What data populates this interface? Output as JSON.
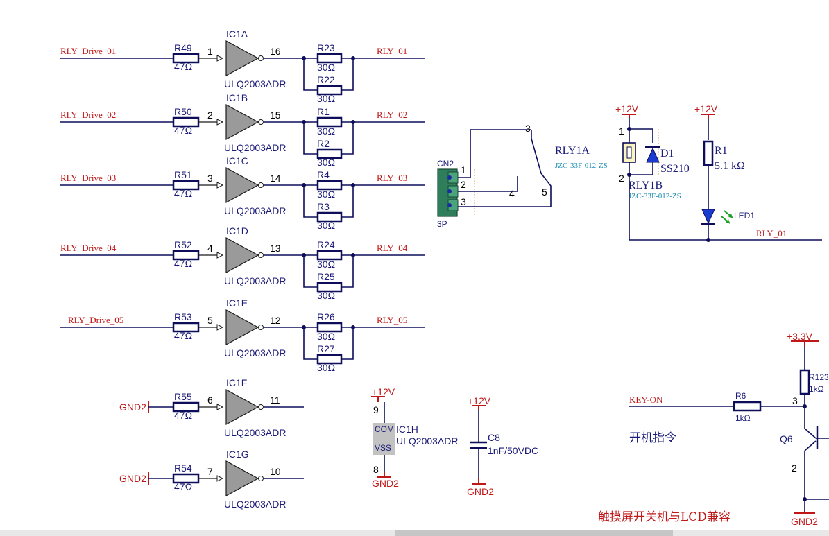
{
  "channels": [
    {
      "input_net": "RLY_Drive_01",
      "r_in": "R49",
      "r_in_value": "47Ω",
      "gate": "IC1A",
      "in_pin": "1",
      "out_pin": "16",
      "r_top": "R23",
      "r_top_value": "30Ω",
      "r_bot": "R22",
      "r_bot_value": "30Ω",
      "output_net": "RLY_01",
      "gnd": ""
    },
    {
      "input_net": "RLY_Drive_02",
      "r_in": "R50",
      "r_in_value": "47Ω",
      "gate": "IC1B",
      "in_pin": "2",
      "out_pin": "15",
      "r_top": "R1",
      "r_top_value": "30Ω",
      "r_bot": "R2",
      "r_bot_value": "30Ω",
      "output_net": "RLY_02",
      "gnd": ""
    },
    {
      "input_net": "RLY_Drive_03",
      "r_in": "R51",
      "r_in_value": "47Ω",
      "gate": "IC1C",
      "in_pin": "3",
      "out_pin": "14",
      "r_top": "R4",
      "r_top_value": "30Ω",
      "r_bot": "R3",
      "r_bot_value": "30Ω",
      "output_net": "RLY_03",
      "gnd": ""
    },
    {
      "input_net": "RLY_Drive_04",
      "r_in": "R52",
      "r_in_value": "47Ω",
      "gate": "IC1D",
      "in_pin": "4",
      "out_pin": "13",
      "r_top": "R24",
      "r_top_value": "30Ω",
      "r_bot": "R25",
      "r_bot_value": "30Ω",
      "output_net": "RLY_04",
      "gnd": ""
    },
    {
      "input_net": "RLY_Drive_05",
      "r_in": "R53",
      "r_in_value": "47Ω",
      "gate": "IC1E",
      "in_pin": "5",
      "out_pin": "12",
      "r_top": "R26",
      "r_top_value": "30Ω",
      "r_bot": "R27",
      "r_bot_value": "30Ω",
      "output_net": "RLY_05",
      "gnd": ""
    },
    {
      "input_net": "",
      "r_in": "R55",
      "r_in_value": "47Ω",
      "gate": "IC1F",
      "in_pin": "6",
      "out_pin": "11",
      "r_top": "",
      "r_top_value": "",
      "r_bot": "",
      "r_bot_value": "",
      "output_net": "",
      "gnd": "GND2"
    },
    {
      "input_net": "",
      "r_in": "R54",
      "r_in_value": "47Ω",
      "gate": "IC1G",
      "in_pin": "7",
      "out_pin": "10",
      "r_top": "",
      "r_top_value": "",
      "r_bot": "",
      "r_bot_value": "",
      "output_net": "",
      "gnd": "GND2"
    }
  ],
  "gate_part": "ULQ2003ADR",
  "connector": {
    "designator": "CN2",
    "type": "3P",
    "pins": [
      "1",
      "2",
      "3"
    ]
  },
  "relay": {
    "contact_designator": "RLY1A",
    "coil_designator": "RLY1B",
    "part": "JZC-33F-012-ZS",
    "coil_pins": [
      "1",
      "2"
    ],
    "contact_pins": [
      "3",
      "4",
      "5"
    ]
  },
  "diode": {
    "designator": "D1",
    "value": "SS210"
  },
  "resistor_r1": {
    "designator": "R1",
    "value": "5.1 kΩ"
  },
  "led": {
    "designator": "LED1"
  },
  "nets": {
    "relay_out": "RLY_01"
  },
  "power": {
    "relay_coil": "+12V",
    "led_supply": "+12V",
    "ic1h_com": "+12V",
    "ic1h_gnd": "GND2",
    "cap_supply": "+12V",
    "cap_gnd": "GND2",
    "logic_supply": "+3.3V",
    "key_gnd": "GND2"
  },
  "ic1h": {
    "designator": "IC1H",
    "part": "ULQ2003ADR",
    "com_label": "COM",
    "vss_label": "VSS",
    "pins": [
      "9",
      "8"
    ]
  },
  "capacitor_c8": {
    "designator": "C8",
    "value": "1nF/50VDC"
  },
  "key_on": {
    "net": "KEY-ON",
    "r6_designator": "R6",
    "r6_value": "1kΩ",
    "r123_designator": "R123",
    "r123_value": "1kΩ",
    "q6_designator": "Q6",
    "q6_pins": [
      "3",
      "2"
    ],
    "note": "开机指令"
  },
  "notes": {
    "touchscreen": "触摸屏开关机与LCD兼容"
  }
}
